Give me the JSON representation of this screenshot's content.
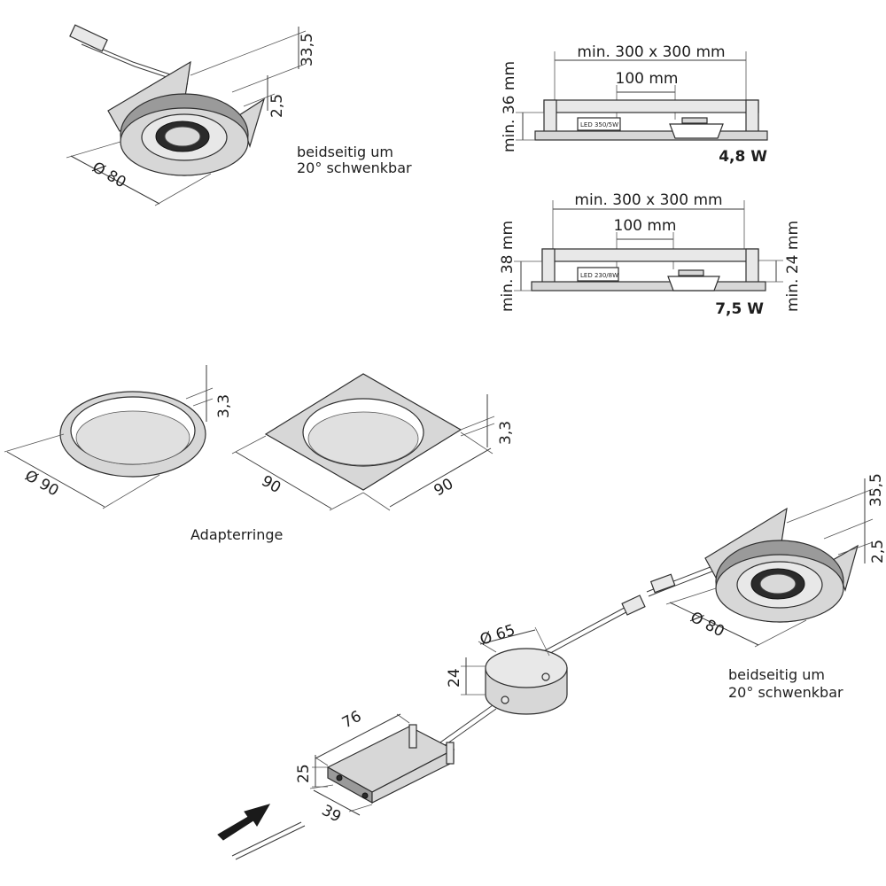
{
  "top_spot": {
    "dim_height": "33,5",
    "dim_offset": "2,5",
    "dim_diameter": "Ø 80",
    "note_line1": "beidseitig um",
    "note_line2": "20° schwenkbar"
  },
  "install_4_8": {
    "dim_area": "min. 300 x 300 mm",
    "dim_spacing": "100 mm",
    "dim_height": "min. 36 mm",
    "driver_label": "LED 350/5W",
    "power": "4,8 W"
  },
  "install_7_5": {
    "dim_area": "min. 300 x 300 mm",
    "dim_spacing": "100 mm",
    "dim_height": "min. 38 mm",
    "dim_depth": "min. 24 mm",
    "driver_label": "LED 230/8W",
    "power": "7,5 W"
  },
  "adapter_round": {
    "dim_thickness": "3,3",
    "dim_diameter": "Ø 90"
  },
  "adapter_square": {
    "dim_thickness": "3,3",
    "dim_width": "90",
    "dim_depth": "90"
  },
  "adapter_caption": "Adapterringe",
  "set_spot": {
    "dim_height": "35,5",
    "dim_offset": "2,5",
    "dim_diameter": "Ø 80",
    "note_line1": "beidseitig um",
    "note_line2": "20° schwenkbar"
  },
  "driver_box": {
    "dim_diameter": "Ø 65",
    "dim_height": "24"
  },
  "converter": {
    "dim_length": "76",
    "dim_height": "25",
    "dim_width": "39"
  }
}
